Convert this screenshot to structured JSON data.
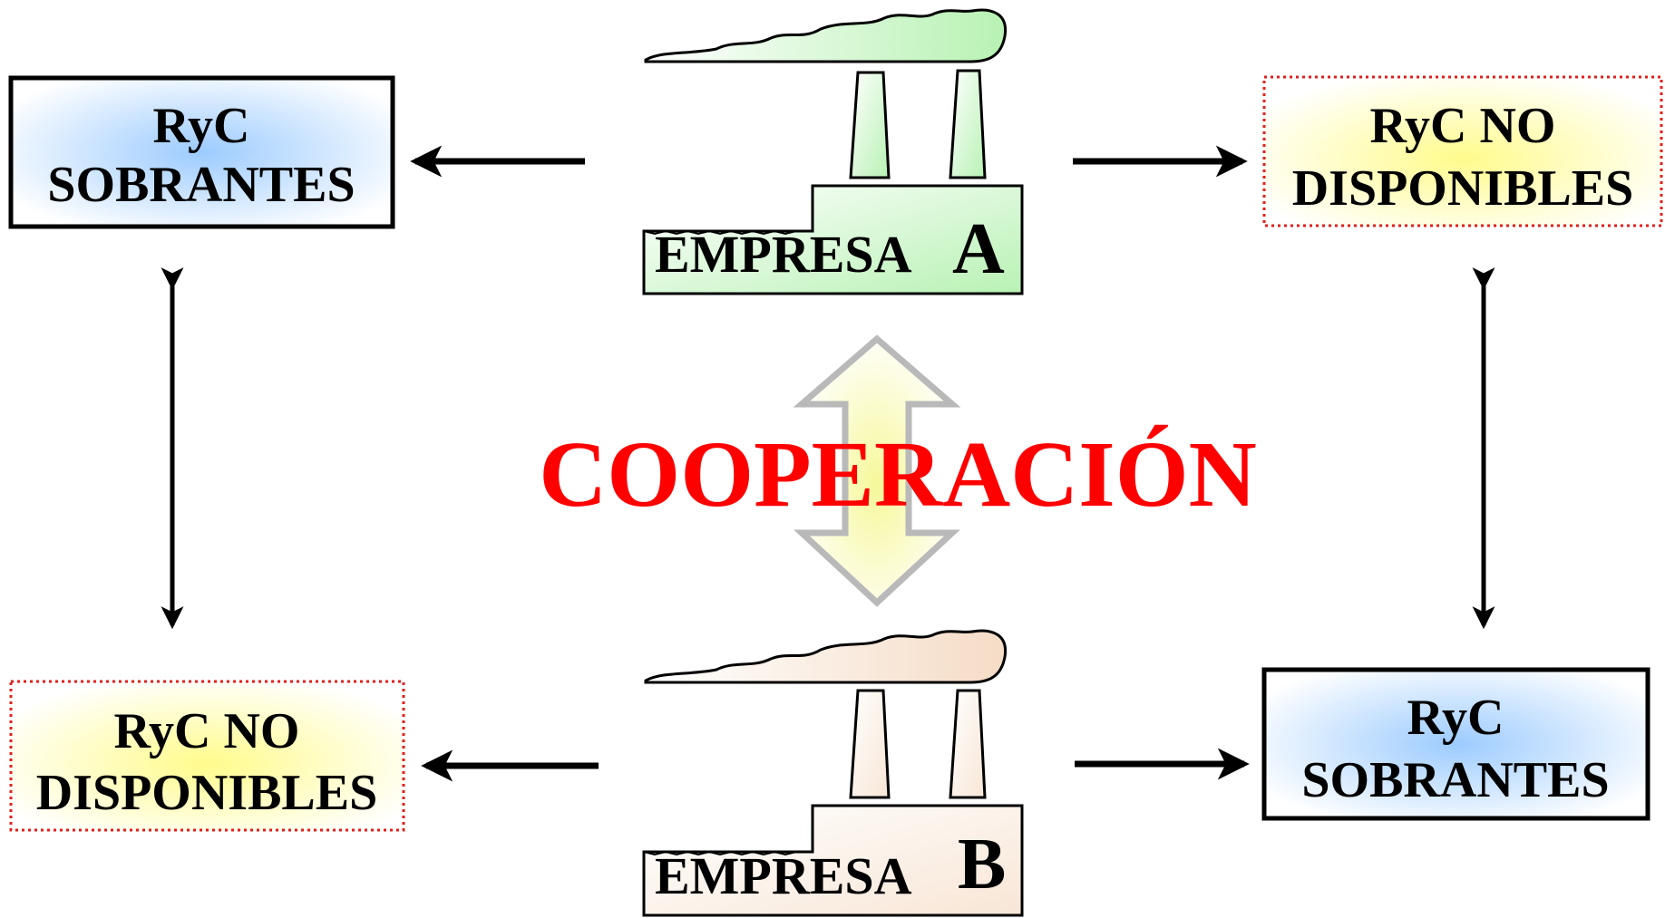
{
  "colors": {
    "sobrantes_fill_center": "#9ccbff",
    "sobrantes_fill_edge": "#ffffff",
    "no_disp_fill_center": "#fffb8c",
    "no_disp_fill_edge": "#ffffff",
    "no_disp_border": "#e0201a",
    "factory_a": "#b8f2b4",
    "factory_b": "#f8e6d6",
    "cooperacion_text": "#ff0000",
    "coop_arrow_fill": "#fbfdb0",
    "coop_arrow_stroke": "#b9b9b9",
    "arrows": "#000000"
  },
  "company_a": {
    "word": "EMPRESA",
    "letter": "A"
  },
  "company_b": {
    "word": "EMPRESA",
    "letter": "B"
  },
  "cooperation_label": "COOPERACIÓN",
  "boxes": {
    "top_left": {
      "line1": "RyC",
      "line2": "SOBRANTES"
    },
    "top_right": {
      "line1": "RyC NO",
      "line2": "DISPONIBLES"
    },
    "bottom_left": {
      "line1": "RyC NO",
      "line2": "DISPONIBLES"
    },
    "bottom_right": {
      "line1": "RyC",
      "line2": "SOBRANTES"
    }
  }
}
